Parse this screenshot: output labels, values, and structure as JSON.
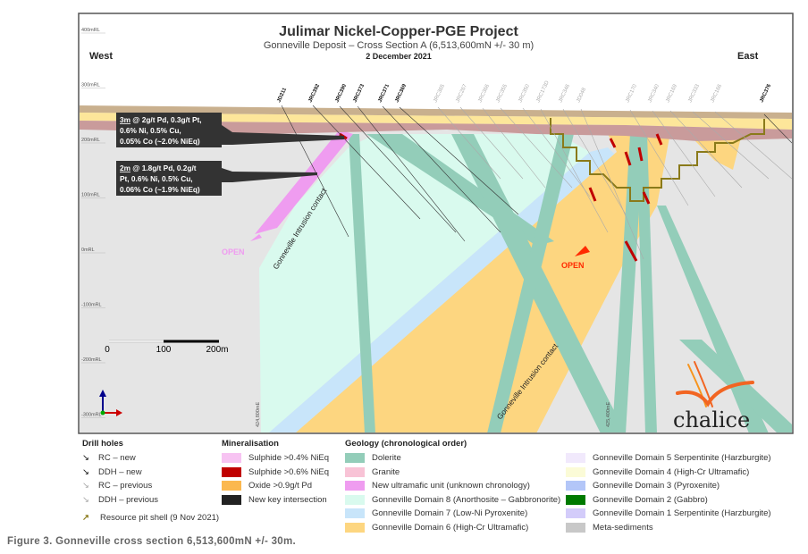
{
  "title": "Julimar Nickel-Copper-PGE Project",
  "subtitle": "Gonneville Deposit – Cross Section A (6,513,600mN +/- 30 m)",
  "date": "2 December 2021",
  "west_label": "West",
  "east_label": "East",
  "rl_labels": [
    "400mRL",
    "300mRL",
    "200mRL",
    "100mRL",
    "0mRL",
    "-100mRL",
    "-200mRL",
    "-300mRL"
  ],
  "easting_labels": [
    "424,800mE",
    "425,400mE"
  ],
  "drill_holes_new": [
    "JD211",
    "JRC392",
    "JRC390",
    "JRC373",
    "JRC371",
    "JRC369",
    "JRC376"
  ],
  "drill_holes_previous": [
    "JRC365",
    "JRC267",
    "JRC366",
    "JRC355",
    "JRC350",
    "JRC173D",
    "JRC346",
    "JD048",
    "JRC170",
    "JRC340",
    "JRC169",
    "JRC333",
    "JRC166"
  ],
  "callouts": [
    {
      "interval": "3m",
      "text": " @ 2g/t Pd, 0.3g/t Pt, 0.6% Ni, 0.5% Cu, 0.05% Co (~2.0% NiEq)"
    },
    {
      "interval": "2m",
      "text": " @ 1.8g/t Pd, 0.2g/t Pt, 0.6% Ni, 0.5% Cu, 0.06% Co (~1.9% NiEq)"
    }
  ],
  "open_labels": [
    "OPEN",
    "OPEN"
  ],
  "contact_labels": [
    "Gonneville Intrusion contact",
    "Gonneville Intrusion contact"
  ],
  "scale_bar": {
    "ticks": [
      "0",
      "100",
      "200m"
    ]
  },
  "logo_text": "chalice",
  "legend": {
    "drill_holes": {
      "title": "Drill holes",
      "items": [
        "RC – new",
        "DDH – new",
        "RC – previous",
        "DDH – previous"
      ],
      "pit_shell": "Resource pit shell (9 Nov 2021)"
    },
    "mineralisation": {
      "title": "Mineralisation",
      "items": [
        {
          "label": "Sulphide >0.4% NiEq",
          "color": "#f7c3f2"
        },
        {
          "label": "Sulphide >0.6% NiEq",
          "color": "#c00000"
        },
        {
          "label": "Oxide >0.9g/t Pd",
          "color": "#fbb84f"
        },
        {
          "label": "New key intersection",
          "color": "#222222"
        }
      ]
    },
    "geology": {
      "title": "Geology (chronological order)",
      "items": [
        {
          "label": "Dolerite",
          "color": "#93cdb9"
        },
        {
          "label": "Granite",
          "color": "#f8c3d6"
        },
        {
          "label": "New ultramafic unit (unknown chronology)",
          "color": "#ef9cf0"
        },
        {
          "label": "Gonneville Domain 8 (Anorthosite – Gabbronorite)",
          "color": "#d9faee"
        },
        {
          "label": "Gonneville Domain 7 (Low-Ni Pyroxenite)",
          "color": "#c8e5fa"
        },
        {
          "label": "Gonneville Domain 6 (High-Cr Ultramafic)",
          "color": "#fdd680"
        },
        {
          "label": "Gonneville Domain 5 Serpentinite (Harzburgite)",
          "color": "#f1e9fc"
        },
        {
          "label": "Gonneville Domain 4 (High-Cr Ultramafic)",
          "color": "#fbfbd7"
        },
        {
          "label": "Gonneville Domain 3 (Pyroxenite)",
          "color": "#b3c6f8"
        },
        {
          "label": "Gonneville Domain 2 (Gabbro)",
          "color": "#007a00"
        },
        {
          "label": "Gonneville Domain 1 Serpentinite (Harzburgite)",
          "color": "#d3ccfa"
        },
        {
          "label": "Meta-sediments",
          "color": "#c8c8c8"
        }
      ]
    }
  },
  "caption": "Figure 3. Gonneville cross section 6,513,600mN +/- 30m."
}
